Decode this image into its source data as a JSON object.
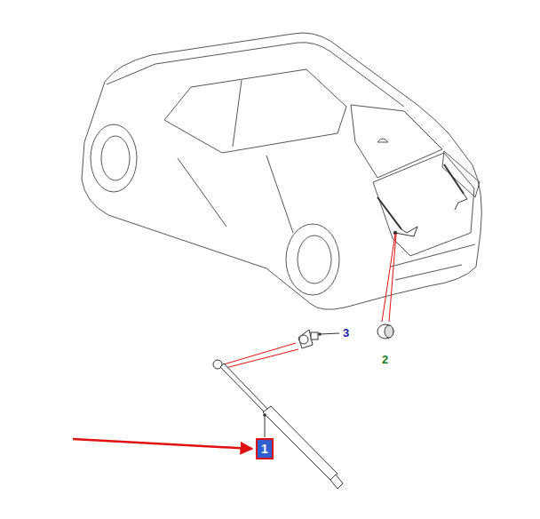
{
  "diagram": {
    "nodes": [
      {
        "text": [
          "1"
        ]
      }
    ],
    "labels": [
      "3",
      "2"
    ]
  }
}
